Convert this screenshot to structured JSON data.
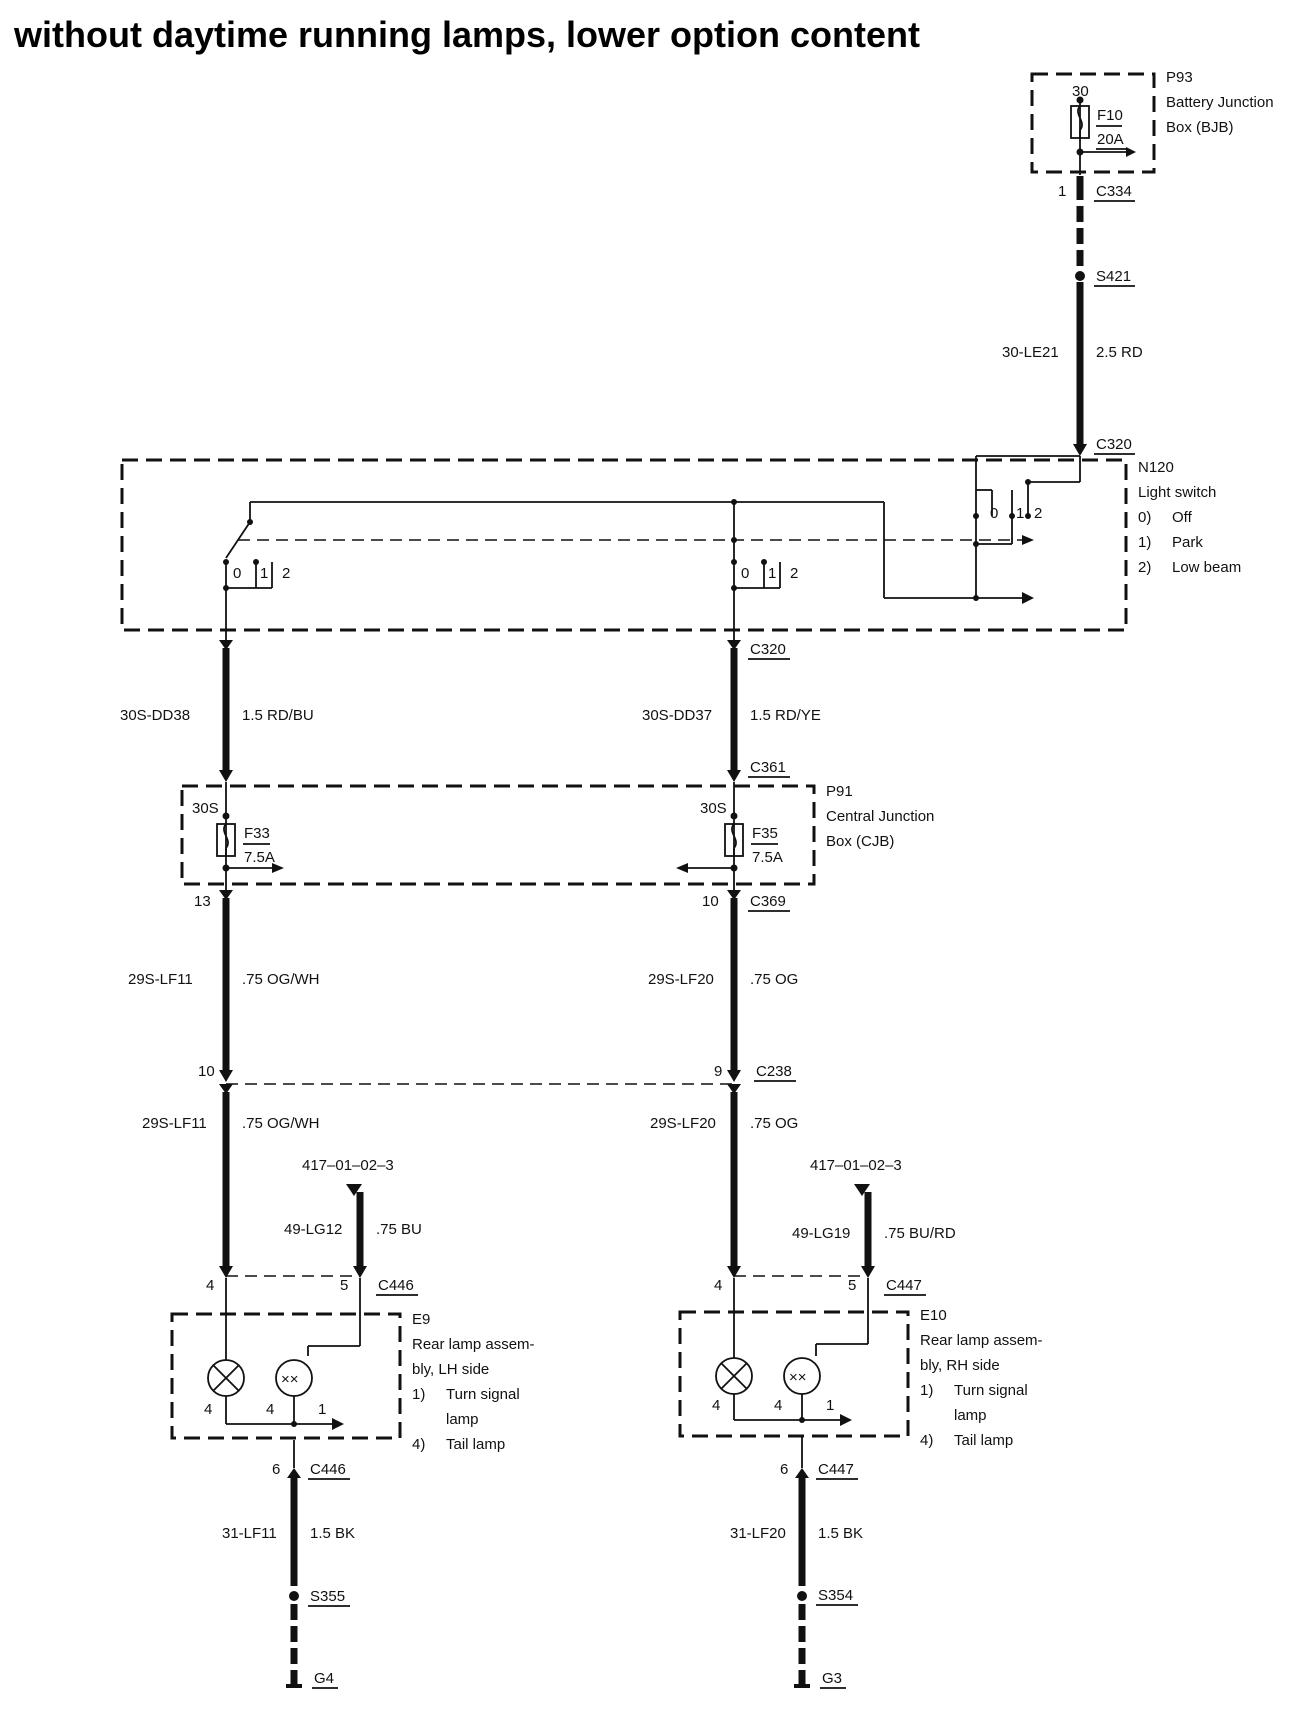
{
  "title": "without daytime running lamps, lower option content",
  "bjb": {
    "id": "P93",
    "name_1": "Battery Junction",
    "name_2": "Box (BJB)",
    "terminal": "30",
    "fuse": "F10",
    "rating": "20A",
    "connector": "C334",
    "pin": "1"
  },
  "splice_top": "S421",
  "feed_wire": {
    "circuit": "30-LE21",
    "spec": "2.5 RD"
  },
  "light_switch": {
    "id": "N120",
    "name": "Light switch",
    "connector": "C320",
    "legend": [
      {
        "num": "0)",
        "text": "Off"
      },
      {
        "num": "1)",
        "text": "Park"
      },
      {
        "num": "2)",
        "text": "Low beam"
      }
    ],
    "positions": [
      "0",
      "1",
      "2"
    ]
  },
  "c320_bottom": "C320",
  "wire_left_upper": {
    "circuit": "30S-DD38",
    "spec": "1.5 RD/BU"
  },
  "wire_right_upper": {
    "circuit": "30S-DD37",
    "spec": "1.5 RD/YE"
  },
  "c361": "C361",
  "cjb": {
    "id": "P91",
    "name_1": "Central Junction",
    "name_2": "Box (CJB)",
    "terminal": "30S",
    "fuse_left": "F33",
    "rating_left": "7.5A",
    "fuse_right": "F35",
    "rating_right": "7.5A",
    "connector": "C369",
    "pin_left": "13",
    "pin_right": "10"
  },
  "wire_left_mid": {
    "circuit": "29S-LF11",
    "spec": ".75 OG/WH"
  },
  "wire_right_mid": {
    "circuit": "29S-LF20",
    "spec": ".75 OG"
  },
  "c238": {
    "id": "C238",
    "pin_left": "10",
    "pin_right": "9"
  },
  "wire_left_low": {
    "circuit": "29S-LF11",
    "spec": ".75 OG/WH"
  },
  "wire_right_low": {
    "circuit": "29S-LF20",
    "spec": ".75 OG"
  },
  "ref_left": "417–01–02–3",
  "ref_right": "417–01–02–3",
  "turn_left": {
    "circuit": "49-LG12",
    "spec": ".75 BU"
  },
  "turn_right": {
    "circuit": "49-LG19",
    "spec": ".75 BU/RD"
  },
  "lamp_left": {
    "connector": "C446",
    "pin_a": "4",
    "pin_b": "5",
    "id": "E9",
    "name_1": "Rear lamp assem-",
    "name_2": "bly, LH side",
    "item1_num": "1)",
    "item1_a": "Turn signal",
    "item1_b": "lamp",
    "item4_num": "4)",
    "item4": "Tail lamp",
    "lamp_pin_l": "4",
    "lamp_pin_m": "4",
    "lamp_pin_r": "1",
    "gnd_pin": "6",
    "gnd_conn": "C446"
  },
  "lamp_right": {
    "connector": "C447",
    "pin_a": "4",
    "pin_b": "5",
    "id": "E10",
    "name_1": "Rear lamp assem-",
    "name_2": "bly, RH side",
    "item1_num": "1)",
    "item1_a": "Turn signal",
    "item1_b": "lamp",
    "item4_num": "4)",
    "item4": "Tail lamp",
    "lamp_pin_l": "4",
    "lamp_pin_m": "4",
    "lamp_pin_r": "1",
    "gnd_pin": "6",
    "gnd_conn": "C447"
  },
  "ground_left": {
    "circuit": "31-LF11",
    "spec": "1.5 BK",
    "splice": "S355",
    "ground": "G4"
  },
  "ground_right": {
    "circuit": "31-LF20",
    "spec": "1.5 BK",
    "splice": "S354",
    "ground": "G3"
  }
}
